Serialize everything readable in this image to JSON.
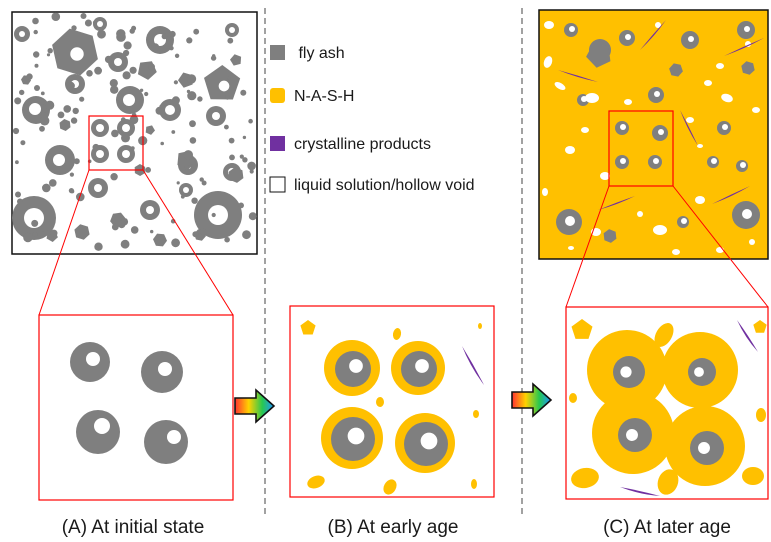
{
  "legend": {
    "items": [
      {
        "label": " fly ash",
        "swatch": "fly-ash",
        "color": "#7f7f7f"
      },
      {
        "label": "N-A-S-H",
        "swatch": "nash",
        "color": "#ffc000"
      },
      {
        "label": "crystalline products",
        "swatch": "crystalline",
        "color": "#7030a0"
      },
      {
        "label": "liquid solution/hollow void",
        "swatch": "void",
        "color": "#ffffff"
      }
    ]
  },
  "captions": {
    "initial": "(A) At initial state",
    "early": "(B) At early age",
    "later": "(C) At later age"
  },
  "colors": {
    "fly_ash": "#7f7f7f",
    "nash": "#ffc000",
    "crystalline": "#7030a0",
    "zoom_frame": "#ff0000",
    "divider": "#444444"
  },
  "arrows": [
    {
      "name": "arrow-a-to-b",
      "gradient": [
        "#ff3030",
        "#ffd200",
        "#28c850",
        "#1e96ff"
      ]
    },
    {
      "name": "arrow-b-to-c",
      "gradient": [
        "#ff3030",
        "#ffd200",
        "#28c850",
        "#1e96ff"
      ]
    }
  ]
}
